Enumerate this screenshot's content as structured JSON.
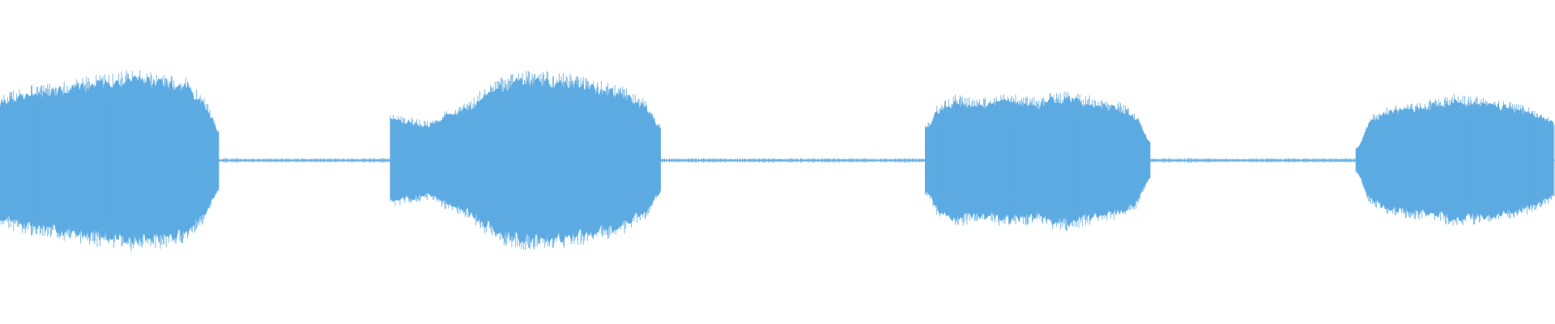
{
  "waveform": {
    "color": "#5dabe2",
    "background": "#ffffff",
    "channels": 1,
    "segments": [
      {
        "kind": "sound",
        "start": 0.0,
        "end": 0.141,
        "peak": 0.55,
        "profile": [
          0.4,
          0.43,
          0.46,
          0.47,
          0.49,
          0.51,
          0.53,
          0.54,
          0.55,
          0.54,
          0.53,
          0.5,
          0.4,
          0.2
        ]
      },
      {
        "kind": "silence",
        "start": 0.141,
        "end": 0.251,
        "peak": 0.008
      },
      {
        "kind": "sound",
        "start": 0.251,
        "end": 0.425,
        "peak": 0.55,
        "profile": [
          0.28,
          0.26,
          0.24,
          0.3,
          0.36,
          0.45,
          0.52,
          0.55,
          0.54,
          0.53,
          0.51,
          0.48,
          0.45,
          0.38,
          0.22
        ]
      },
      {
        "kind": "silence",
        "start": 0.425,
        "end": 0.595,
        "peak": 0.008
      },
      {
        "kind": "sound",
        "start": 0.595,
        "end": 0.74,
        "peak": 0.43,
        "profile": [
          0.22,
          0.36,
          0.4,
          0.39,
          0.38,
          0.41,
          0.4,
          0.38,
          0.42,
          0.43,
          0.4,
          0.37,
          0.36,
          0.3,
          0.12
        ]
      },
      {
        "kind": "silence",
        "start": 0.74,
        "end": 0.872,
        "peak": 0.008
      },
      {
        "kind": "sound",
        "start": 0.872,
        "end": 1.0,
        "peak": 0.4,
        "profile": [
          0.08,
          0.28,
          0.33,
          0.35,
          0.36,
          0.38,
          0.4,
          0.39,
          0.38,
          0.36,
          0.34,
          0.3,
          0.25
        ]
      }
    ]
  }
}
